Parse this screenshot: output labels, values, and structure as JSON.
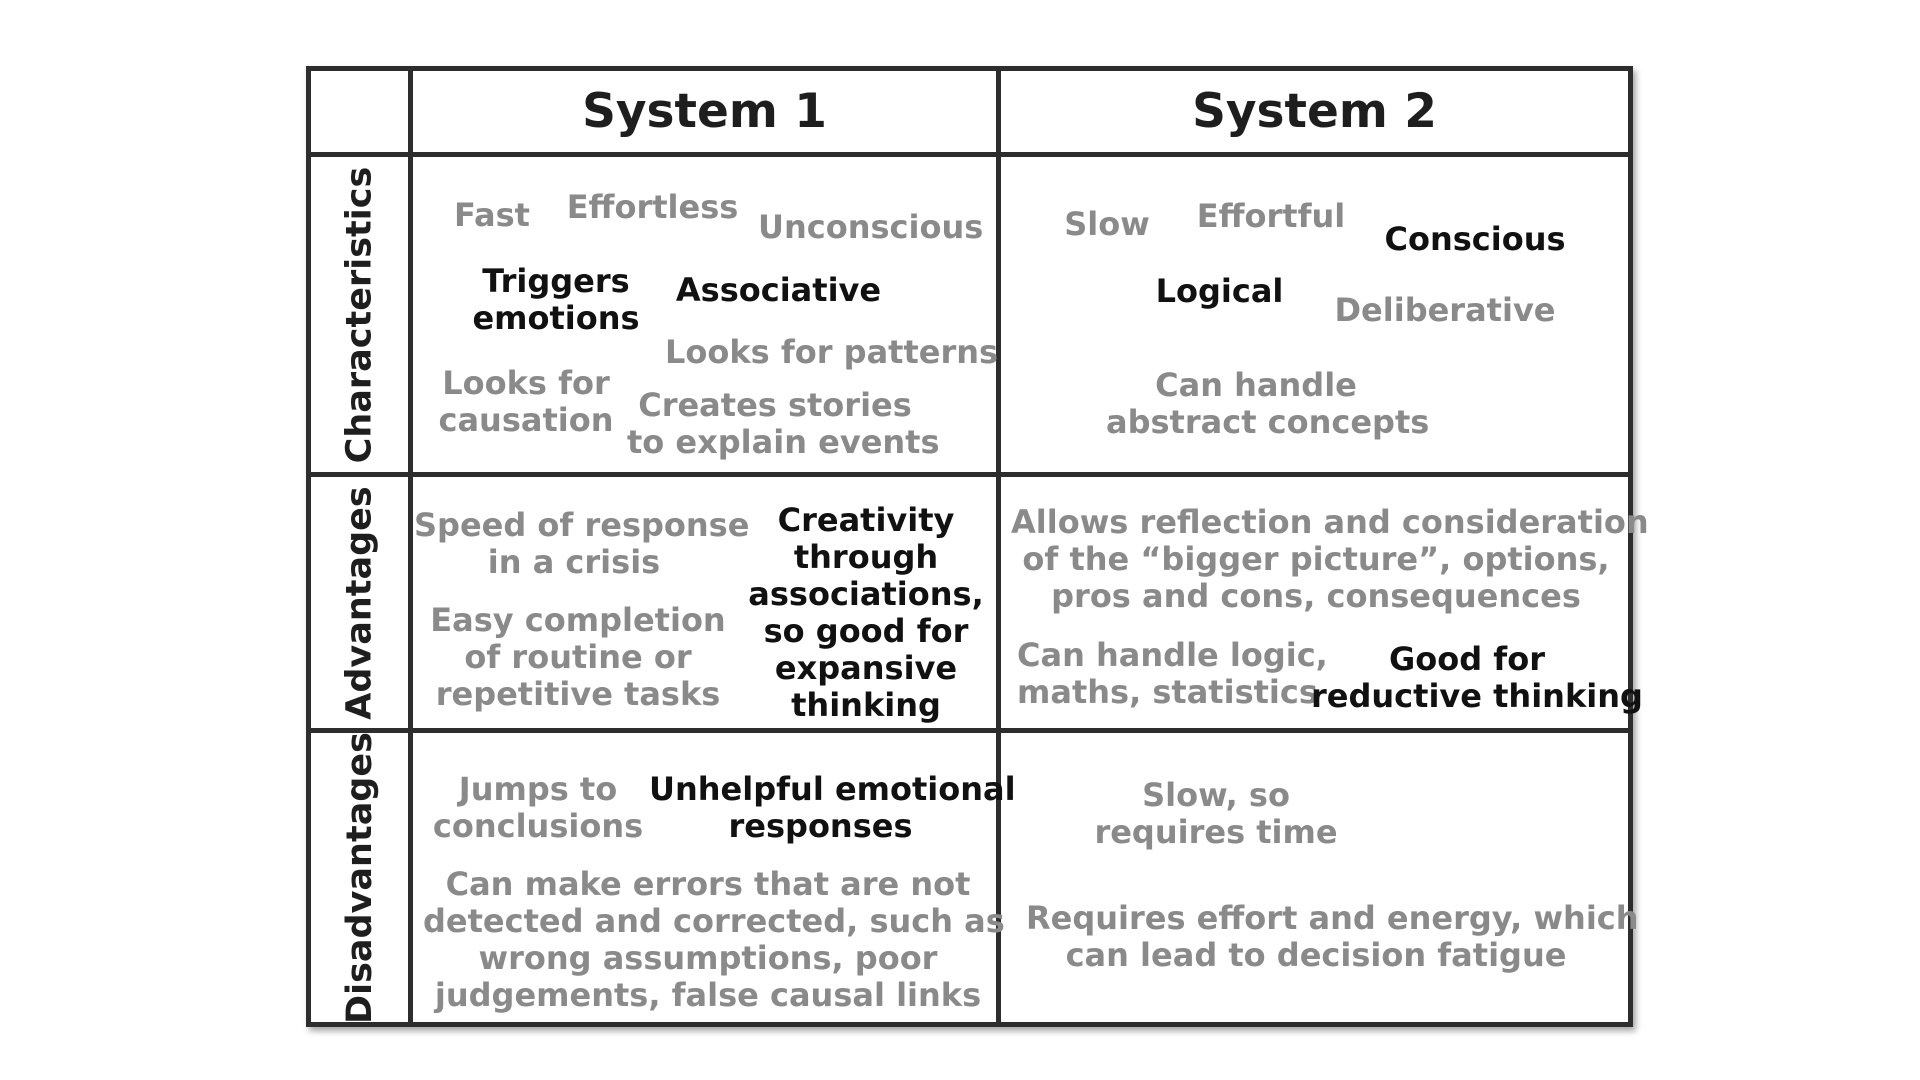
{
  "headers": {
    "system1": "System 1",
    "system2": "System 2"
  },
  "rows": {
    "characteristics": "Characteristics",
    "advantages": "Advantages",
    "disadvantages": "Disadvantages"
  },
  "colors": {
    "emphasis": "#111111",
    "muted": "#8a8a8a",
    "border": "#2d2d2d"
  },
  "cells": {
    "s1_char": {
      "fast": "Fast",
      "effortless": "Effortless",
      "unconscious": "Unconscious",
      "triggers_emotions": "Triggers\nemotions",
      "associative": "Associative",
      "looks_for_patterns": "Looks for patterns",
      "looks_for_causation": "Looks for\ncausation",
      "creates_stories": "Creates stories\nto explain events"
    },
    "s2_char": {
      "slow": "Slow",
      "effortful": "Effortful",
      "conscious": "Conscious",
      "logical": "Logical",
      "deliberative": "Deliberative",
      "abstract": "Can handle\nabstract concepts"
    },
    "s1_adv": {
      "speed": "Speed of response\nin a crisis",
      "easy_completion": "Easy completion\nof routine or\nrepetitive tasks",
      "creativity": "Creativity\nthrough\nassociations,\nso good for\nexpansive\nthinking"
    },
    "s2_adv": {
      "reflection": "Allows reflection and consideration\nof the “bigger picture”, options,\npros and cons, consequences",
      "logic": "Can handle logic,\nmaths, statistics",
      "reductive": "Good for\nreductive thinking"
    },
    "s1_dis": {
      "jumps": "Jumps to\nconclusions",
      "unhelpful": "Unhelpful emotional\nresponses",
      "errors": "Can make errors that are not\ndetected and corrected, such as\nwrong assumptions, poor\njudgements, false causal links"
    },
    "s2_dis": {
      "slow_time": "Slow, so\nrequires time",
      "effort_energy": "Requires effort and energy, which\ncan lead to decision fatigue"
    }
  }
}
